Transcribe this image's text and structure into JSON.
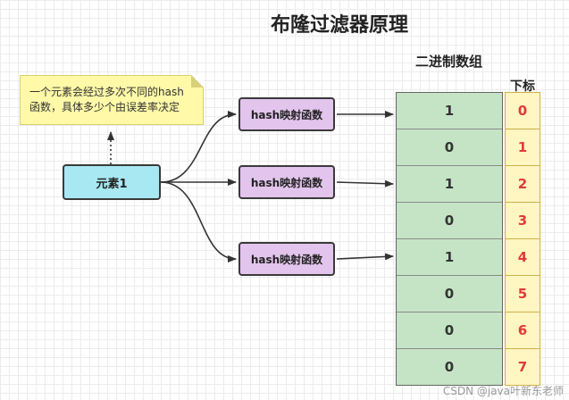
{
  "title": "布隆过滤器原理",
  "note": {
    "line1": "一个元素会经过多次不同的hash",
    "line2": "函数，具体多少个由误差率决定"
  },
  "element_label": "元素1",
  "hash_functions": [
    "hash映射函数",
    "hash映射函数",
    "hash映射函数"
  ],
  "array_title": "二进制数组",
  "index_title": "下标",
  "bits": [
    "1",
    "0",
    "1",
    "0",
    "1",
    "0",
    "0",
    "0"
  ],
  "indices": [
    "0",
    "1",
    "2",
    "3",
    "4",
    "5",
    "6",
    "7"
  ],
  "watermark": "CSDN @java叶新东老师"
}
